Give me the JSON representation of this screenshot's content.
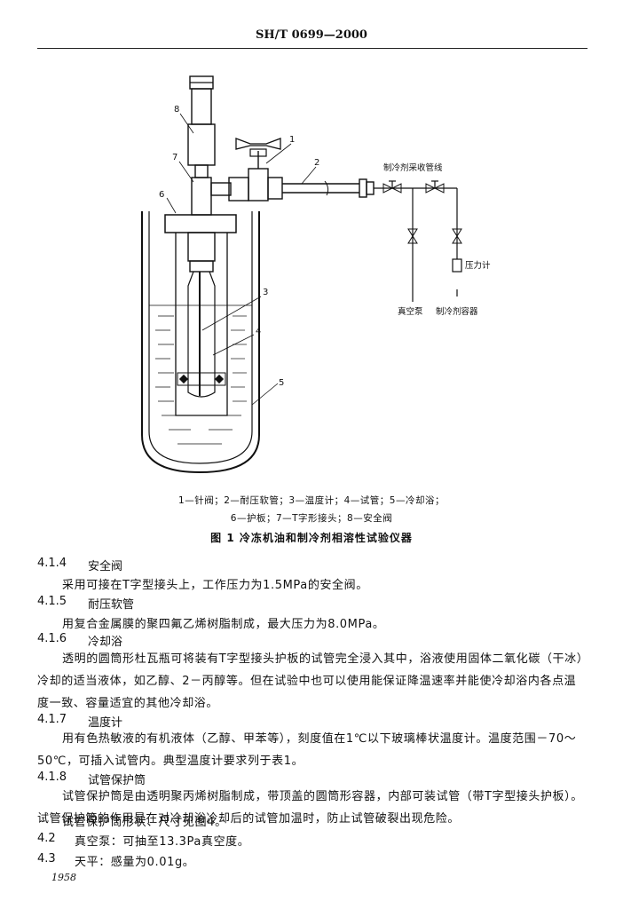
{
  "header": {
    "standard": "SH/T 0699—2000"
  },
  "figure": {
    "part_numbers": [
      "1",
      "2",
      "3",
      "4",
      "5",
      "6",
      "7",
      "8"
    ],
    "valve_line_label": "制冷剂采收管线",
    "pressure_gauge_label": "压力计",
    "vacuum_pump_label": "真空泵",
    "refrigerant_container_label": "制冷剂容器",
    "legend_line1": "1—针阀；2—耐压软管；3—温度计；4—试管；5—冷却浴；",
    "legend_line2": "6—护板；7—T字形接头；8—安全阀",
    "caption": "图 1   冷冻机油和制冷剂相溶性试验仪器"
  },
  "sections": [
    {
      "num": "4.1.4",
      "title": "安全阀"
    },
    {
      "num": "4.1.5",
      "title": "耐压软管"
    },
    {
      "num": "4.1.6",
      "title": "冷却浴"
    },
    {
      "num": "4.1.7",
      "title": "温度计"
    },
    {
      "num": "4.1.8",
      "title": "试管保护筒"
    }
  ],
  "text": {
    "s414": "采用可接在T字型接头上，工作压力为1.5MPa的安全阀。",
    "s415": "用复合金属膜的聚四氟乙烯树脂制成，最大压力为8.0MPa。",
    "s416": "透明的圆筒形杜瓦瓶可将装有T字型接头护板的试管完全浸入其中，浴液使用固体二氧化碳（干冰）冷却的适当液体，如乙醇、2－丙醇等。但在试验中也可以使用能保证降温速率并能使冷却浴内各点温度一致、容量适宜的其他冷却浴。",
    "s417": "用有色热敏液的有机液体（乙醇、甲苯等），刻度值在1℃以下玻璃棒状温度计。温度范围－70～50℃，可插入试管内。典型温度计要求列于表1。",
    "s418a": "试管保护筒是由透明聚丙烯树脂制成，带顶盖的圆筒形容器，内部可装试管（带T字型接头护板）。试管保护筒的作用是在对冷却浴冷却后的试管加温时，防止试管破裂出现危险。",
    "s418b": "试管保护筒形状、尺寸见图4。",
    "s42_num": "4.2",
    "s42": "真空泵：可抽至13.3Pa真空度。",
    "s43_num": "4.3",
    "s43": "天平：感量为0.01g。"
  },
  "page_number": "1958"
}
